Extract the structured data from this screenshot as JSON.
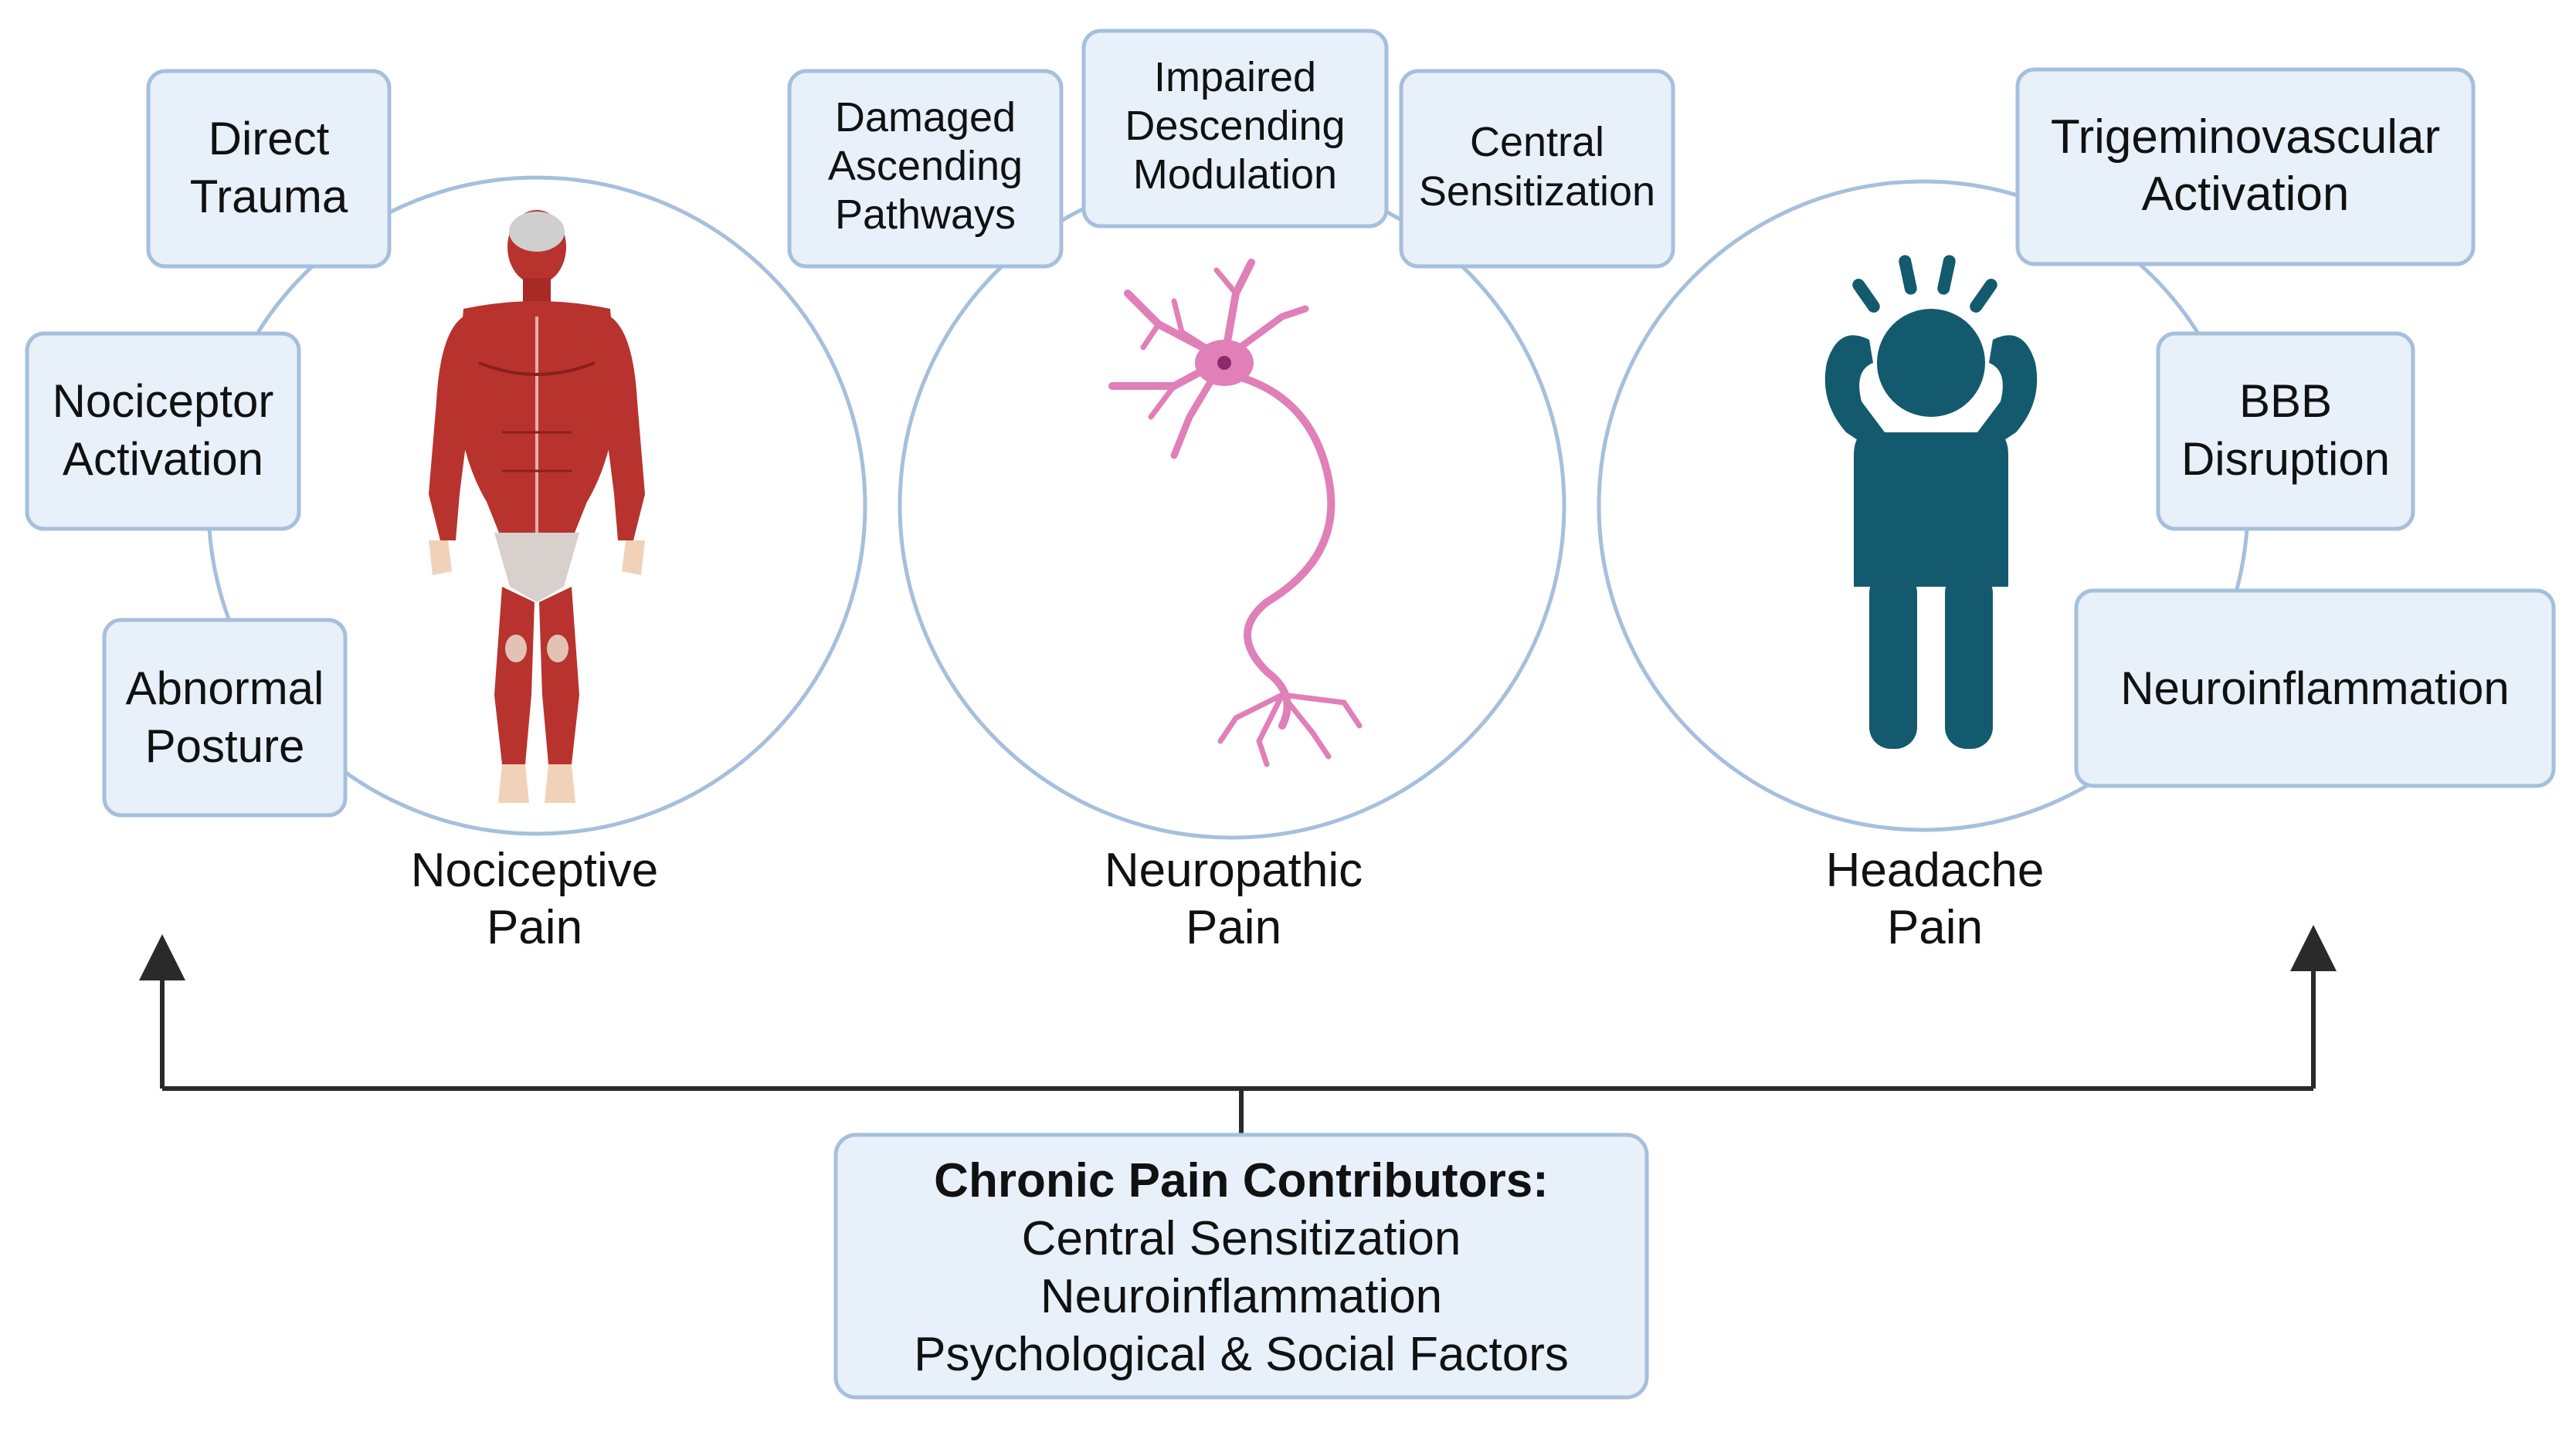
{
  "nociceptive": {
    "label": [
      "Nociceptive",
      "Pain"
    ],
    "boxes": {
      "trauma": [
        "Direct",
        "Trauma"
      ],
      "activation": [
        "Nociceptor",
        "Activation"
      ],
      "posture": [
        "Abnormal",
        "Posture"
      ]
    }
  },
  "neuropathic": {
    "label": [
      "Neuropathic",
      "Pain"
    ],
    "boxes": {
      "ascending": [
        "Damaged",
        "Ascending",
        "Pathways"
      ],
      "descending": [
        "Impaired",
        "Descending",
        "Modulation"
      ],
      "sensitization": [
        "Central",
        "Sensitization"
      ]
    }
  },
  "headache": {
    "label": [
      "Headache",
      "Pain"
    ],
    "boxes": {
      "trigeminovascular": [
        "Trigeminovascular",
        "Activation"
      ],
      "bbb": [
        "BBB",
        "Disruption"
      ],
      "neuroinflammation": [
        "Neuroinflammation"
      ]
    }
  },
  "contributors": {
    "title": "Chronic Pain Contributors:",
    "items": [
      "Central Sensitization",
      "Neuroinflammation",
      "Psychological & Social Factors"
    ]
  },
  "colors": {
    "box_fill": "#e8f0fa",
    "box_border": "#a6bfdc",
    "muscle": "#b8332e",
    "neuron": "#e07fb8",
    "figure": "#145a6e"
  }
}
